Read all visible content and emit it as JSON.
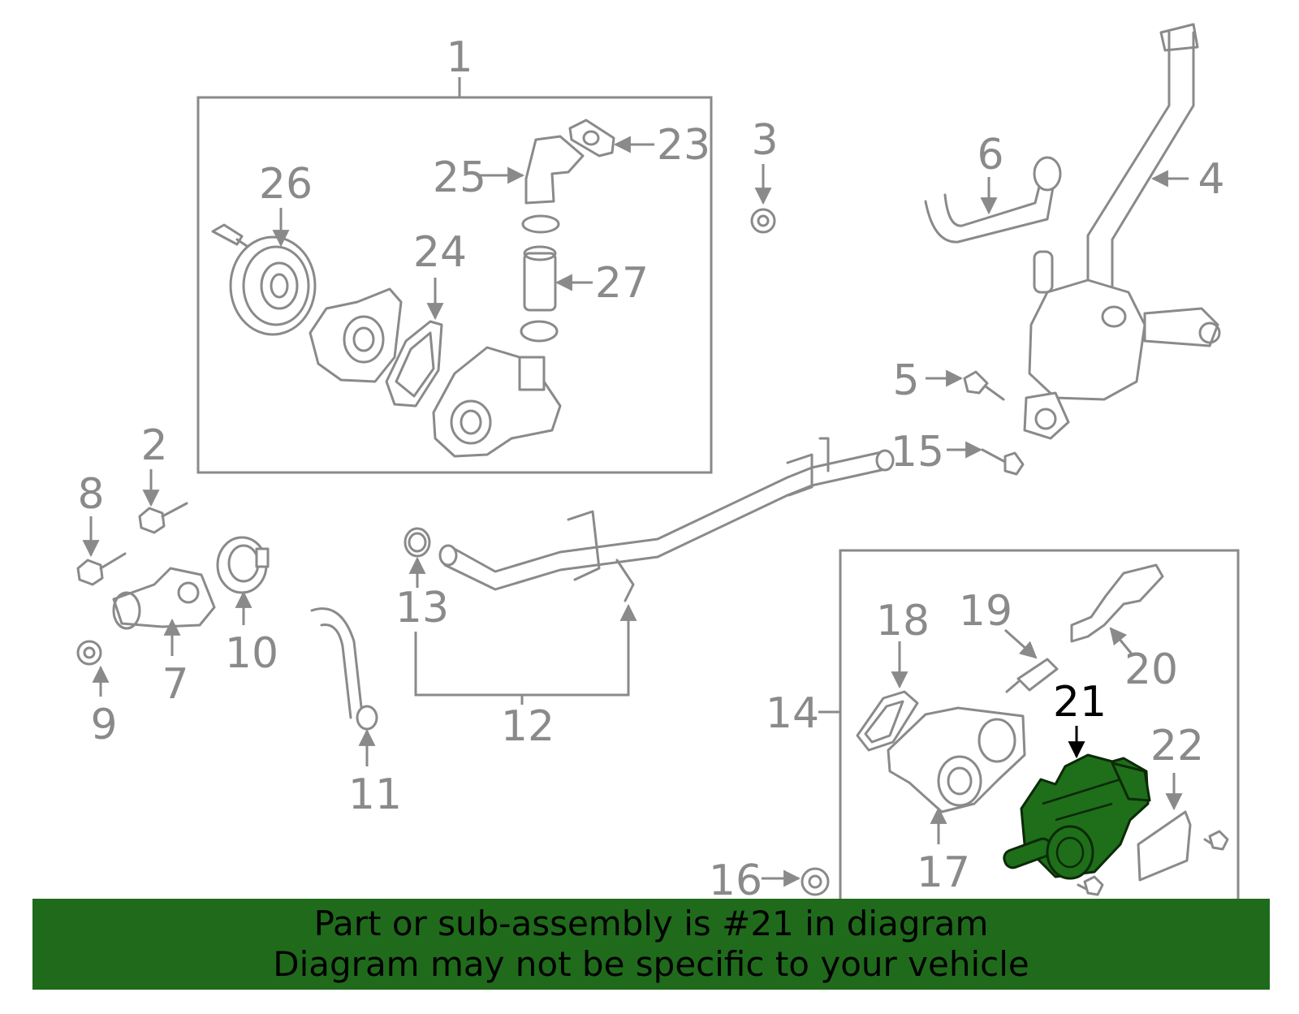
{
  "callouts": {
    "c1": "1",
    "c2": "2",
    "c3": "3",
    "c4": "4",
    "c5": "5",
    "c6": "6",
    "c7": "7",
    "c8": "8",
    "c9": "9",
    "c10": "10",
    "c11": "11",
    "c12": "12",
    "c13": "13",
    "c14": "14",
    "c15": "15",
    "c16": "16",
    "c17": "17",
    "c18": "18",
    "c19": "19",
    "c20": "20",
    "c21": "21",
    "c22": "22",
    "c23": "23",
    "c24": "24",
    "c25": "25",
    "c26": "26",
    "c27": "27"
  },
  "highlight": {
    "part_number": "21",
    "color": "#206a1c"
  },
  "banner": {
    "line1": "Part or sub-assembly is #21 in diagram",
    "line2": "Diagram may not be specific to your vehicle",
    "background": "#206a1c"
  }
}
